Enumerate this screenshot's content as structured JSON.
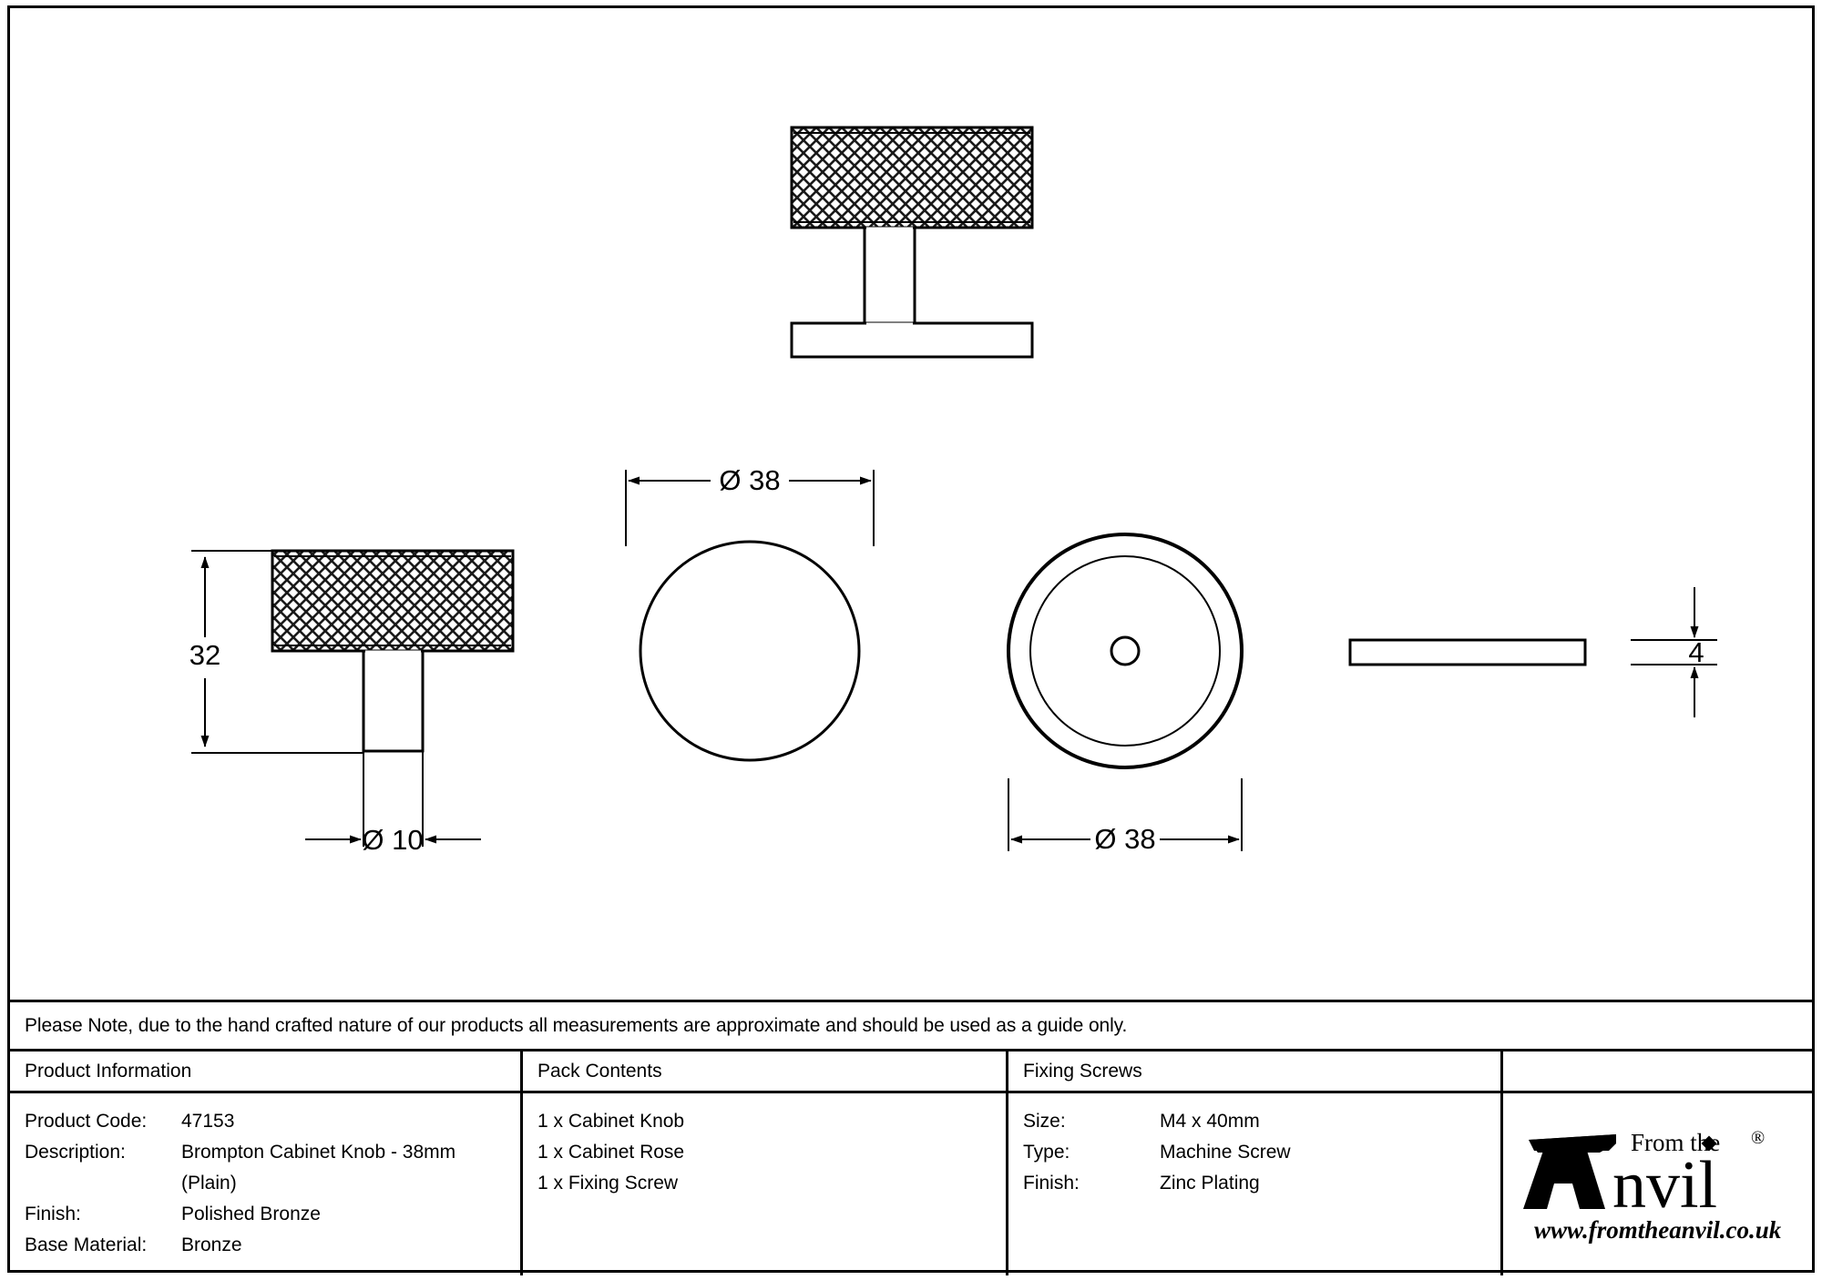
{
  "drawing": {
    "title": "Brompton Cabinet Knob technical drawing",
    "dimensions": {
      "height_label": "32",
      "stem_diameter_label": "Ø 10",
      "knob_diameter_label": "Ø 38",
      "rose_diameter_label": "Ø 38",
      "rose_thickness_label": "4"
    },
    "views": {
      "top_elevation": "knurled-knob-side-elevation",
      "left_elevation": "knurled-knob-side-elevation-dimensioned",
      "knob_plan": "knob-front-circle",
      "rose_plan": "rose-front-circle",
      "rose_edge": "rose-edge-section"
    }
  },
  "note": {
    "text": "Please Note, due to the hand crafted nature of our products all measurements are approximate and should be used as a guide only."
  },
  "table": {
    "headers": {
      "product_information": "Product Information",
      "pack_contents": "Pack Contents",
      "fixing_screws": "Fixing Screws"
    },
    "product_information": [
      {
        "key": "Product Code:",
        "value": "47153"
      },
      {
        "key": "Description:",
        "value": "Brompton Cabinet Knob - 38mm"
      },
      {
        "key": "",
        "value": "(Plain)"
      },
      {
        "key": "Finish:",
        "value": "Polished Bronze"
      },
      {
        "key": "Base Material:",
        "value": "Bronze"
      }
    ],
    "pack_contents": [
      "1 x Cabinet Knob",
      "1 x Cabinet Rose",
      "1 x Fixing Screw"
    ],
    "fixing_screws": [
      {
        "key": "Size:",
        "value": "M4 x 40mm"
      },
      {
        "key": "Type:",
        "value": "Machine Screw"
      },
      {
        "key": "Finish:",
        "value": "Zinc Plating"
      }
    ]
  },
  "logo": {
    "from_the": "From the",
    "anvil": "nvil",
    "website": "www.fromtheanvil.co.uk",
    "registered_mark": "®"
  },
  "colors": {
    "ink": "#000000",
    "paper": "#ffffff"
  }
}
